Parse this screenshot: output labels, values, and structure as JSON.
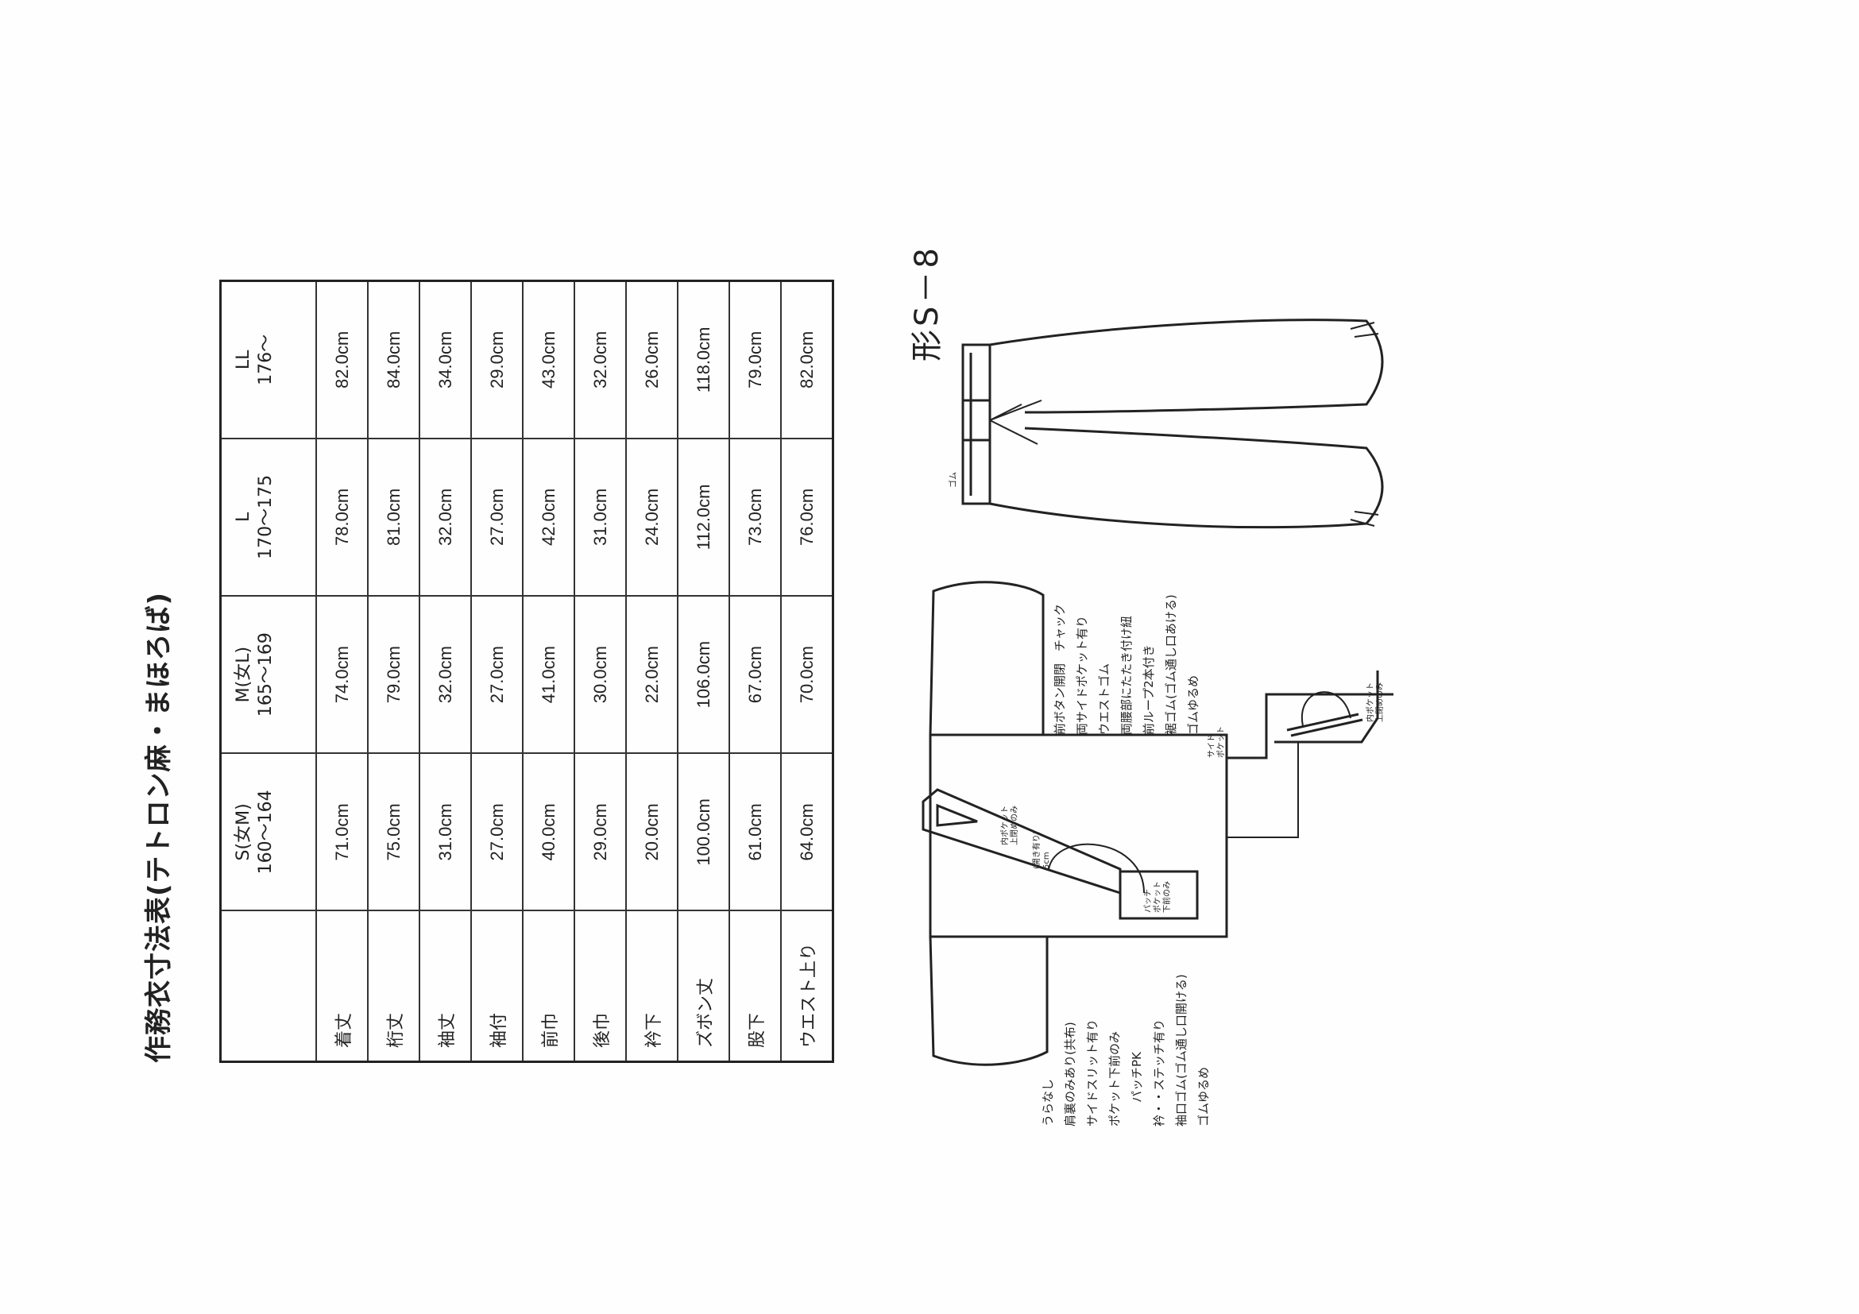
{
  "title": "作務衣寸法表(テトロン麻・まほろば)",
  "table": {
    "headers": [
      {
        "size": "",
        "range": ""
      },
      {
        "size": "S(女M)",
        "range": "160～164"
      },
      {
        "size": "M(女L)",
        "range": "165～169"
      },
      {
        "size": "L",
        "range": "170～175"
      },
      {
        "size": "LL",
        "range": "176～"
      }
    ],
    "rows": [
      {
        "label": "着丈",
        "values": [
          "71.0cm",
          "74.0cm",
          "78.0cm",
          "82.0cm"
        ]
      },
      {
        "label": "桁丈",
        "values": [
          "75.0cm",
          "79.0cm",
          "81.0cm",
          "84.0cm"
        ]
      },
      {
        "label": "袖丈",
        "values": [
          "31.0cm",
          "32.0cm",
          "32.0cm",
          "34.0cm"
        ]
      },
      {
        "label": "袖付",
        "values": [
          "27.0cm",
          "27.0cm",
          "27.0cm",
          "29.0cm"
        ]
      },
      {
        "label": "前巾",
        "values": [
          "40.0cm",
          "41.0cm",
          "42.0cm",
          "43.0cm"
        ]
      },
      {
        "label": "後巾",
        "values": [
          "29.0cm",
          "30.0cm",
          "31.0cm",
          "32.0cm"
        ]
      },
      {
        "label": "衿下",
        "values": [
          "20.0cm",
          "22.0cm",
          "24.0cm",
          "26.0cm"
        ]
      },
      {
        "label": "ズボン丈",
        "values": [
          "100.0cm",
          "106.0cm",
          "112.0cm",
          "118.0cm"
        ]
      },
      {
        "label": "股下",
        "values": [
          "61.0cm",
          "67.0cm",
          "73.0cm",
          "79.0cm"
        ]
      },
      {
        "label": "ウエスト上り",
        "values": [
          "64.0cm",
          "70.0cm",
          "76.0cm",
          "82.0cm"
        ]
      }
    ]
  },
  "model": "形S－8",
  "jacket_notes": "うらなし\n肩裏のみあり(共布)\nサイドスリット有り\nポケット下前のみ\n　　パッチPK\n衿・・ステッチ有り\n袖口ゴム(ゴム通し口開ける)\nゴムゆるめ",
  "pants_notes": "前ボタン開閉　チャック\n両サイドポケット有り\nウエストゴム\n両腰部にたたき付け紐\n前ループ2本付き\n裾ゴム(ゴム通し口あける)\nゴムゆるめ",
  "labels": {
    "inner_pocket": "内ポケット\n上閉めのみ",
    "inner_pocket_open": "(開き有り)\n5cm",
    "patch_pocket": "パッチ\nポケット\n下前のみ",
    "side_pocket": "サイド\nポケット",
    "gomu": "ゴム",
    "pocket_detail": "内ポケット\n上閉めのみ"
  }
}
